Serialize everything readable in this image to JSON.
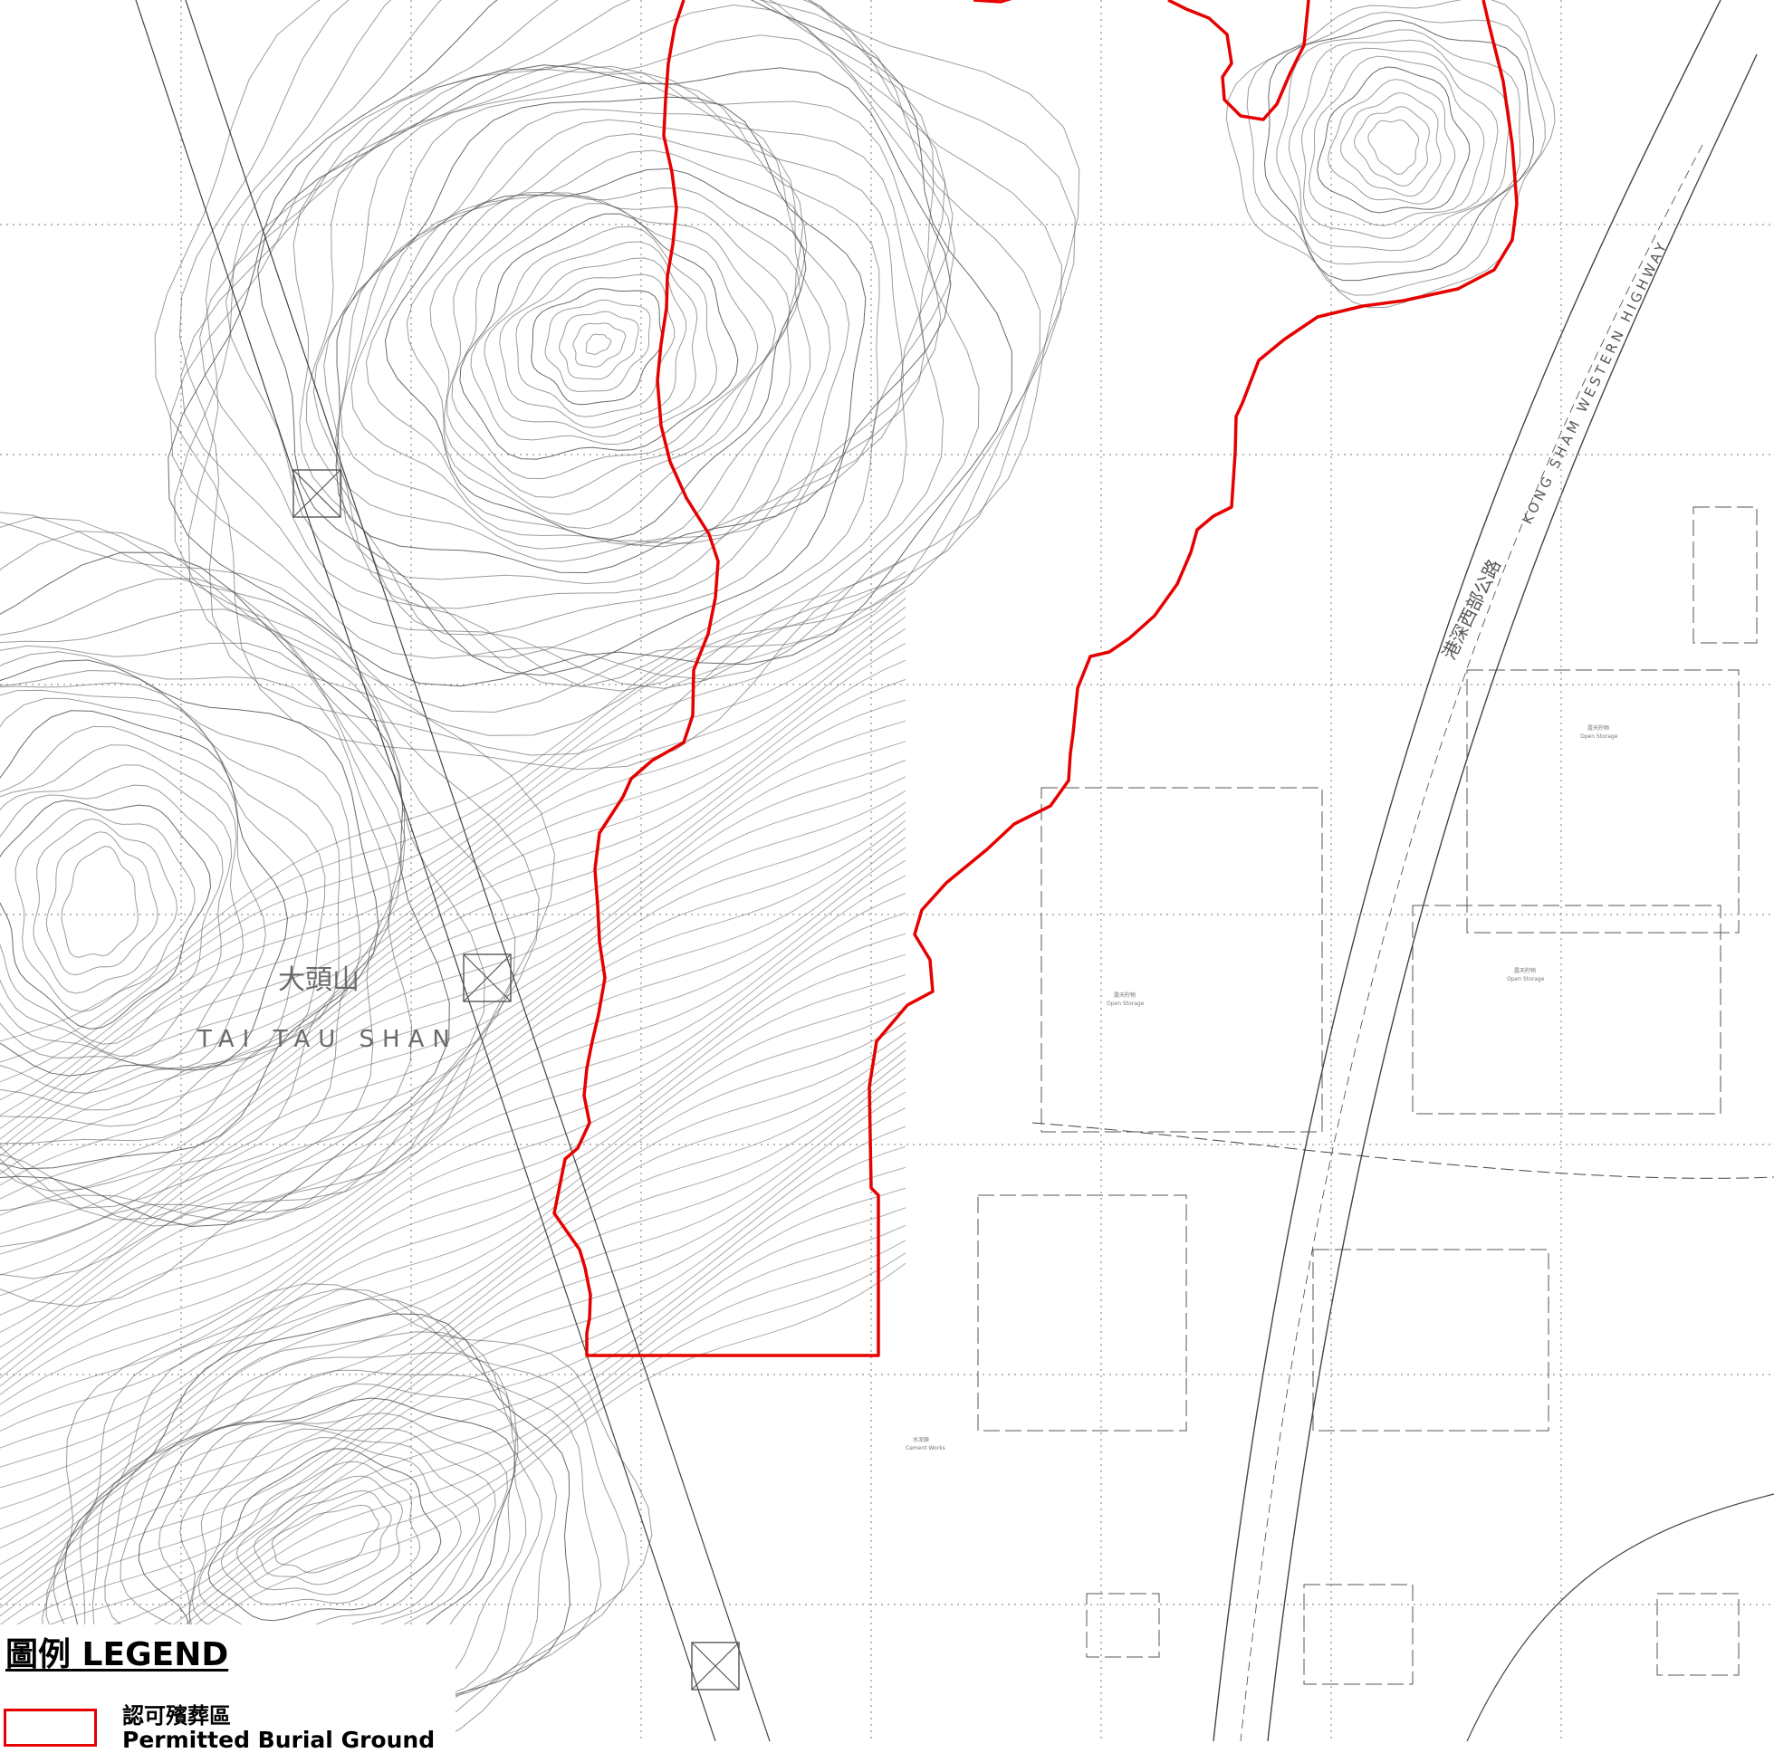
{
  "map": {
    "place_name_zh": "大頭山",
    "place_name_en": "TAI TAU SHAN",
    "highway_name_en": "KONG SHAM WESTERN HIGHWAY",
    "highway_name_zh": "港深西部公路",
    "feature_labels": [
      {
        "zh": "露天貯物",
        "en": "Open Storage"
      },
      {
        "zh": "露天貯物",
        "en": "Open Storage"
      },
      {
        "zh": "露天貯物",
        "en": "Open Storage"
      },
      {
        "zh": "水泥廠",
        "en": "Cement Works"
      }
    ]
  },
  "legend": {
    "title": "圖例  LEGEND",
    "items": [
      {
        "label_zh": "認可殯葬區",
        "label_en": "Permitted Burial Ground",
        "color": "#e60000"
      }
    ]
  },
  "colors": {
    "boundary": "#e60000",
    "contour": "#555555",
    "grid": "#666666",
    "background": "#ffffff"
  }
}
